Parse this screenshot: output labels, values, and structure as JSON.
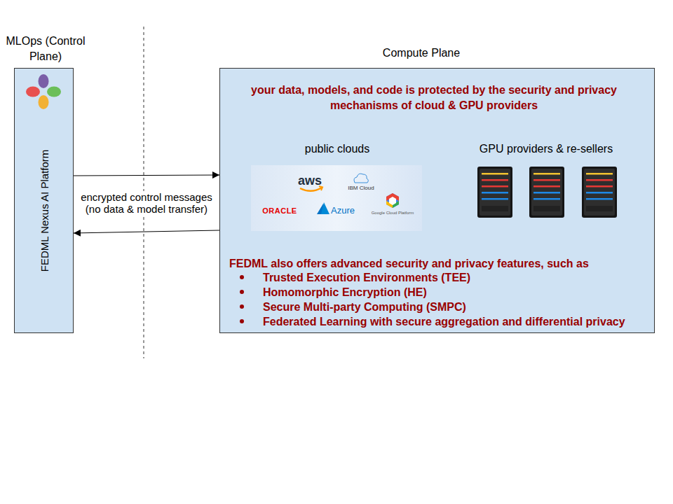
{
  "diagram": {
    "nodes": [
      {
        "text": [
          "MLOps (Control Plane)",
          "FEDML Nexus AI Platform"
        ]
      },
      {
        "text": [
          "Compute Plane",
          "your data, models, and code is protected by the security and privacy mechanisms of cloud & GPU providers",
          "public clouds",
          "GPU providers & re-sellers",
          "FEDML also offers advanced security and privacy features, such as",
          "Trusted Execution Environments (TEE)",
          "Homomorphic Encryption (HE)",
          "Secure Multi-party Computing (SMPC)",
          "Federated Learning with secure aggregation and differential privacy"
        ]
      }
    ],
    "edges": [
      {
        "from": 0,
        "to": 1,
        "arrow": "to",
        "label": "encrypted control messages (no data & model transfer)"
      },
      {
        "from": 1,
        "to": 0,
        "arrow": "to"
      }
    ],
    "labels": [
      "aws",
      "IBM Cloud",
      "ORACLE",
      "Azure",
      "Google Cloud Platform"
    ]
  }
}
